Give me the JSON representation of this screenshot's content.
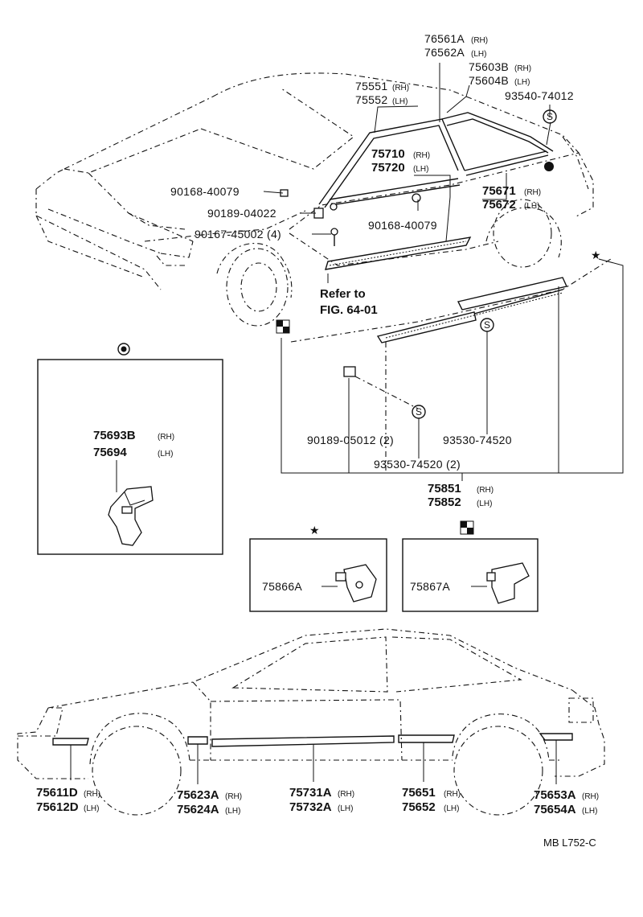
{
  "callouts": {
    "p76561A": "76561A",
    "p76561A_side": "(RH)",
    "p76562A": "76562A",
    "p76562A_side": "(LH)",
    "p75603B": "75603B",
    "p75603B_side": "(RH)",
    "p75604B": "75604B",
    "p75604B_side": "(LH)",
    "p75551": "75551",
    "p75551_side": "(RH)",
    "p75552": "75552",
    "p75552_side": "(LH)",
    "p93540": "93540-74012",
    "p75710": "75710",
    "p75710_side": "(RH)",
    "p75720": "75720",
    "p75720_side": "(LH)",
    "p90168a": "90168-40079",
    "p90189a": "90189-04022",
    "p90167": "90167-45002 (4)",
    "p90168b": "90168-40079",
    "p75671": "75671",
    "p75671_side": "(RH)",
    "p75672": "75672",
    "p75672_side": "(LH)",
    "refer_line1": "Refer to",
    "refer_line2": "FIG. 64-01",
    "p90189b": "90189-05012 (2)",
    "p93530a": "93530-74520",
    "p93530b": "93530-74520 (2)",
    "p75851": "75851",
    "p75851_side": "(RH)",
    "p75852": "75852",
    "p75852_side": "(LH)",
    "p75693B": "75693B",
    "p75693B_side": "(RH)",
    "p75694": "75694",
    "p75694_side": "(LH)",
    "p75866A": "75866A",
    "p75867A": "75867A",
    "p75611D": "75611D",
    "p75611D_side": "(RH)",
    "p75612D": "75612D",
    "p75612D_side": "(LH)",
    "p75623A": "75623A",
    "p75623A_side": "(RH)",
    "p75624A": "75624A",
    "p75624A_side": "(LH)",
    "p75731A": "75731A",
    "p75731A_side": "(RH)",
    "p75732A": "75732A",
    "p75732A_side": "(LH)",
    "p75651": "75651",
    "p75651_side": "(RH)",
    "p75652": "75652",
    "p75652_side": "(LH)",
    "p75653A": "75653A",
    "p75653A_side": "(RH)",
    "p75654A": "75654A",
    "p75654A_side": "(LH)"
  },
  "symbols": {
    "star": "★",
    "s_mark": "S"
  },
  "footer": {
    "code": "MB L752-C"
  }
}
